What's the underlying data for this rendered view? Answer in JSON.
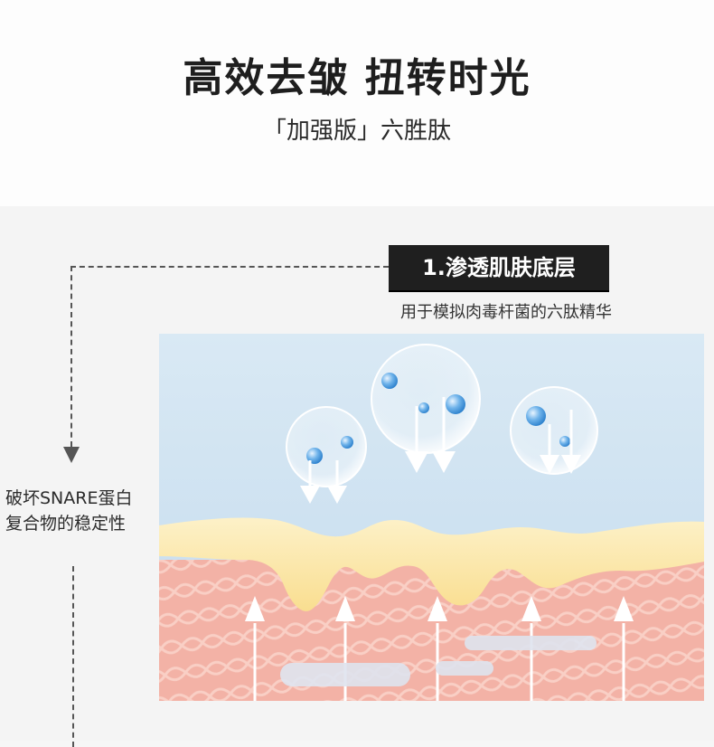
{
  "header": {
    "title": "高效去皱  扭转时光",
    "subtitle": "「加强版」六胜肽"
  },
  "step": {
    "label": "1.渗透肌肤底层",
    "description": "用于模拟肉毒杆菌的六肽精华"
  },
  "side_note": {
    "line1": "破坏SNARE蛋白",
    "line2": "复合物的稳定性"
  },
  "colors": {
    "sky": "#c9dff0",
    "gel": "#fbe6a6",
    "skin": "#f4b7aa",
    "label_bg": "#1f1f1f"
  }
}
